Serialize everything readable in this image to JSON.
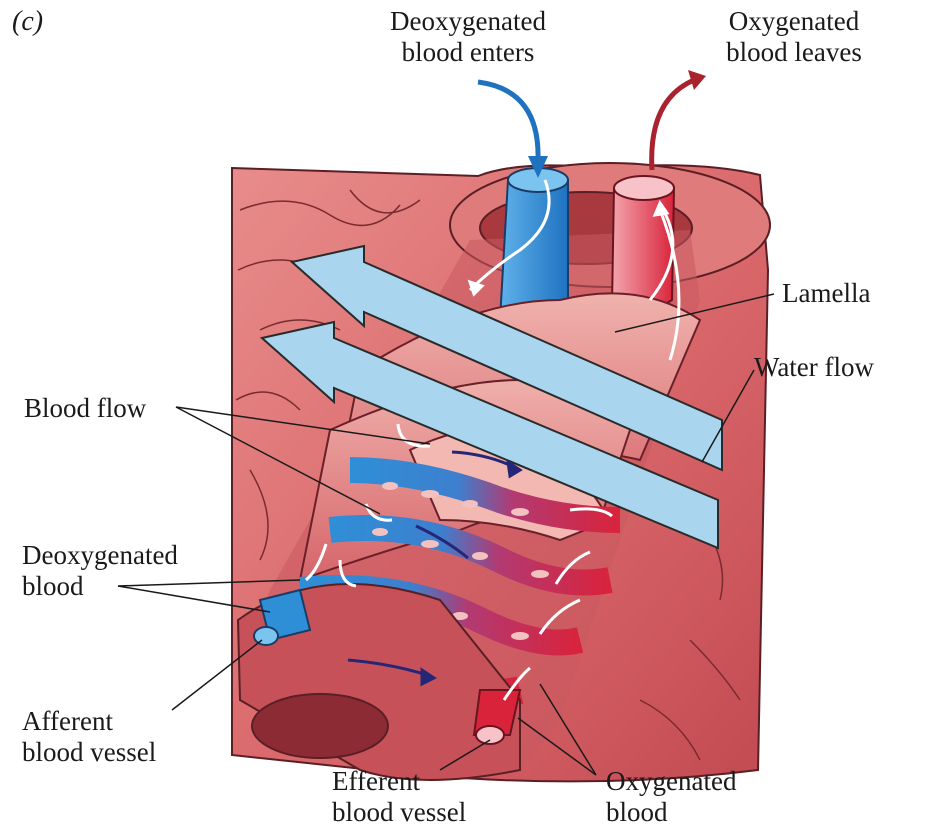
{
  "panel_label": "(c)",
  "labels": {
    "deoxy_enters": [
      "Deoxygenated",
      "blood enters"
    ],
    "oxy_leaves": [
      "Oxygenated",
      "blood leaves"
    ],
    "lamella": [
      "Lamella"
    ],
    "water_flow": [
      "Water flow"
    ],
    "blood_flow": [
      "Blood flow"
    ],
    "deoxy_blood": [
      "Deoxygenated",
      "blood"
    ],
    "afferent": [
      "Afferent",
      "blood vessel"
    ],
    "efferent": [
      "Efferent",
      "blood vessel"
    ],
    "oxy_blood": [
      "Oxygenated",
      "blood"
    ]
  },
  "colors": {
    "tissue": "#d9676a",
    "tissue_dark": "#a8393f",
    "tissue_light": "#e99a97",
    "deoxygenated": "#2f8fd6",
    "oxygenated": "#d9233b",
    "water": "#a9d6ee",
    "water_edge": "#2a2a2a",
    "flow_arrow": "#262677"
  }
}
